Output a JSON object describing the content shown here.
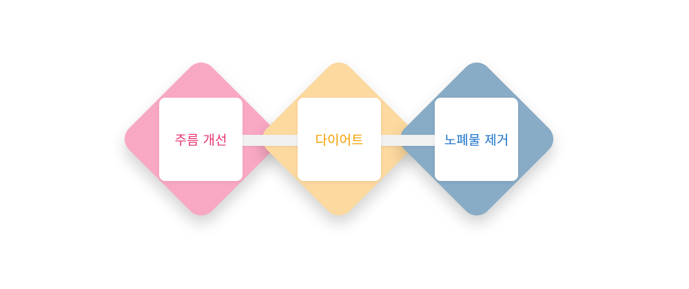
{
  "steps": [
    {
      "label": "주름 개선",
      "diamond_color": "#f9a8c4",
      "text_color": "#e8336d"
    },
    {
      "label": "다이어트",
      "diamond_color": "#fcd99f",
      "text_color": "#f5a000"
    },
    {
      "label": "노폐물 제거",
      "diamond_color": "#88abc6",
      "text_color": "#1a72c8"
    }
  ]
}
